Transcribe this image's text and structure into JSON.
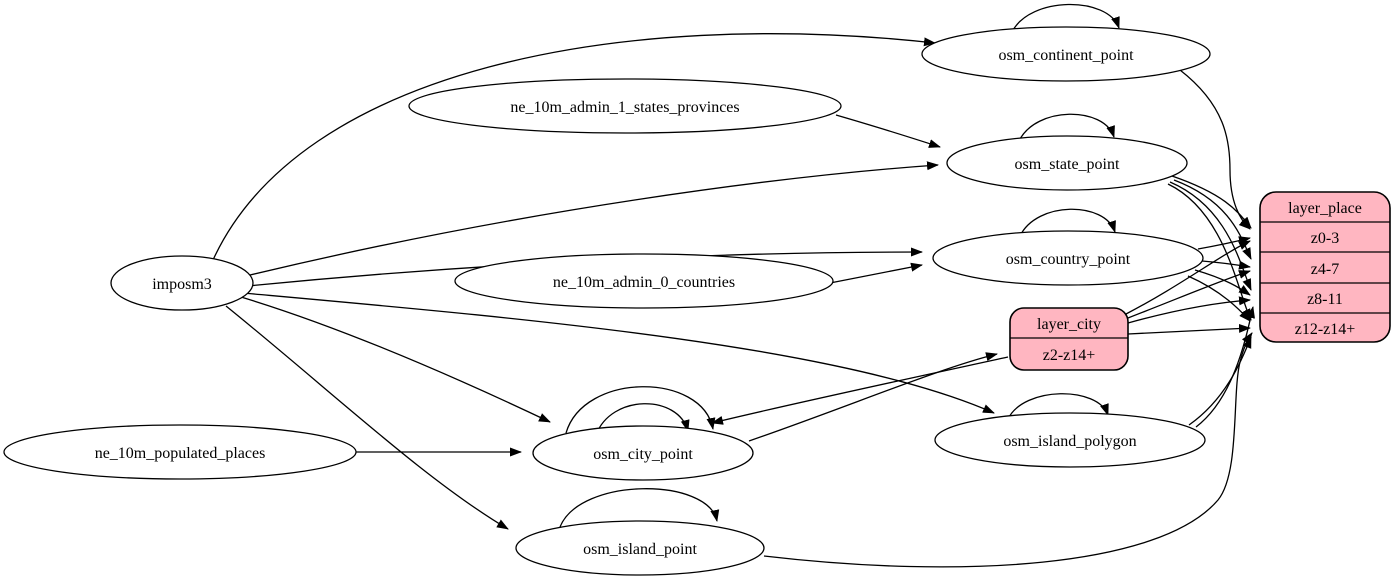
{
  "diagram": {
    "kind": "etl-dataflow-graph",
    "colors": {
      "background": "#ffffff",
      "table_node_fill": "#ffffff",
      "layer_record_fill": "#ffb6c1",
      "stroke": "#000000"
    },
    "nodes": {
      "imposm3": {
        "label": "imposm3"
      },
      "ne_10m_admin_1_states_provinces": {
        "label": "ne_10m_admin_1_states_provinces"
      },
      "ne_10m_admin_0_countries": {
        "label": "ne_10m_admin_0_countries"
      },
      "ne_10m_populated_places": {
        "label": "ne_10m_populated_places"
      },
      "osm_continent_point": {
        "label": "osm_continent_point"
      },
      "osm_state_point": {
        "label": "osm_state_point"
      },
      "osm_country_point": {
        "label": "osm_country_point"
      },
      "osm_city_point": {
        "label": "osm_city_point"
      },
      "osm_island_polygon": {
        "label": "osm_island_polygon"
      },
      "osm_island_point": {
        "label": "osm_island_point"
      },
      "layer_city": {
        "title": "layer_city",
        "rows": [
          "z2-z14+"
        ]
      },
      "layer_place": {
        "title": "layer_place",
        "rows": [
          "z0-3",
          "z4-7",
          "z8-11",
          "z12-z14+"
        ]
      }
    },
    "edges": [
      {
        "from": "imposm3",
        "to": "osm_continent_point"
      },
      {
        "from": "imposm3",
        "to": "osm_state_point"
      },
      {
        "from": "imposm3",
        "to": "osm_country_point"
      },
      {
        "from": "imposm3",
        "to": "osm_city_point"
      },
      {
        "from": "imposm3",
        "to": "osm_island_polygon"
      },
      {
        "from": "imposm3",
        "to": "osm_island_point"
      },
      {
        "from": "ne_10m_admin_1_states_provinces",
        "to": "osm_state_point"
      },
      {
        "from": "ne_10m_admin_0_countries",
        "to": "osm_country_point"
      },
      {
        "from": "ne_10m_populated_places",
        "to": "osm_city_point"
      },
      {
        "from": "osm_continent_point",
        "to": "osm_continent_point"
      },
      {
        "from": "osm_state_point",
        "to": "osm_state_point"
      },
      {
        "from": "osm_country_point",
        "to": "osm_country_point"
      },
      {
        "from": "osm_city_point",
        "to": "osm_city_point"
      },
      {
        "from": "osm_city_point",
        "to": "osm_city_point"
      },
      {
        "from": "osm_island_polygon",
        "to": "osm_island_polygon"
      },
      {
        "from": "osm_island_point",
        "to": "osm_island_point"
      },
      {
        "from": "osm_continent_point",
        "to": "layer_place:z0-3"
      },
      {
        "from": "osm_state_point",
        "to": "layer_place:z0-3"
      },
      {
        "from": "osm_state_point",
        "to": "layer_place:z4-7"
      },
      {
        "from": "osm_state_point",
        "to": "layer_place:z8-11"
      },
      {
        "from": "osm_state_point",
        "to": "layer_place:z12-z14+"
      },
      {
        "from": "osm_country_point",
        "to": "layer_place:z0-3"
      },
      {
        "from": "osm_country_point",
        "to": "layer_place:z4-7"
      },
      {
        "from": "osm_country_point",
        "to": "layer_place:z8-11"
      },
      {
        "from": "osm_country_point",
        "to": "layer_place:z12-z14+"
      },
      {
        "from": "osm_city_point",
        "to": "layer_city:z2-z14+"
      },
      {
        "from": "layer_city",
        "to": "osm_city_point"
      },
      {
        "from": "layer_city",
        "to": "layer_place:z0-3"
      },
      {
        "from": "layer_city",
        "to": "layer_place:z4-7"
      },
      {
        "from": "layer_city",
        "to": "layer_place:z8-11"
      },
      {
        "from": "layer_city",
        "to": "layer_place:z12-z14+"
      },
      {
        "from": "osm_island_polygon",
        "to": "layer_place:z8-11"
      },
      {
        "from": "osm_island_polygon",
        "to": "layer_place:z12-z14+"
      },
      {
        "from": "osm_island_point",
        "to": "layer_place:z12-z14+"
      }
    ]
  }
}
